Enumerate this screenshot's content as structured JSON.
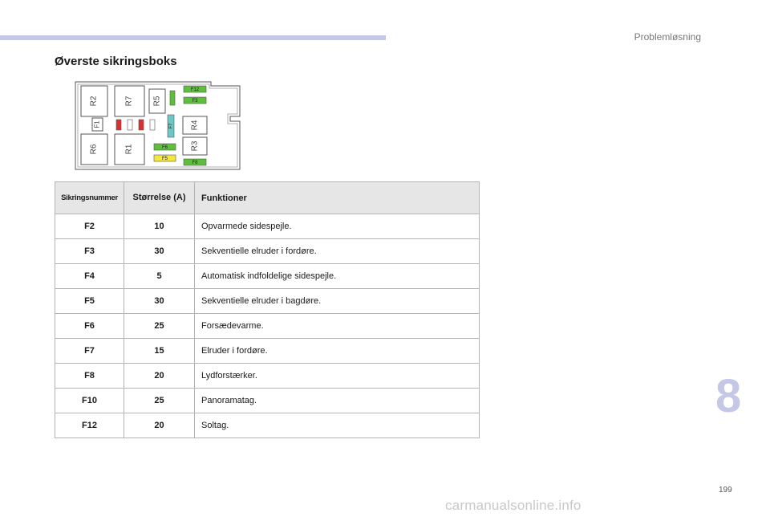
{
  "header": {
    "section_label": "Problemløsning"
  },
  "page": {
    "title": "Øverste sikringsboks",
    "chapter": "8",
    "number": "199"
  },
  "fusebox": {
    "relays": [
      "R2",
      "R7",
      "R5",
      "R4",
      "R6",
      "R1",
      "R3"
    ],
    "fuses": [
      "F12",
      "F3",
      "F1",
      "F7",
      "F6",
      "F5",
      "F8"
    ]
  },
  "table": {
    "headers": [
      "Sikringsnummer",
      "Størrelse (A)",
      "Funktioner"
    ],
    "rows": [
      [
        "F2",
        "10",
        "Opvarmede sidespejle."
      ],
      [
        "F3",
        "30",
        "Sekventielle elruder i fordøre."
      ],
      [
        "F4",
        "5",
        "Automatisk indfoldelige sidespejle."
      ],
      [
        "F5",
        "30",
        "Sekventielle elruder i bagdøre."
      ],
      [
        "F6",
        "25",
        "Forsædevarme."
      ],
      [
        "F7",
        "15",
        "Elruder i fordøre."
      ],
      [
        "F8",
        "20",
        "Lydforstærker."
      ],
      [
        "F10",
        "25",
        "Panoramatag."
      ],
      [
        "F12",
        "20",
        "Soltag."
      ]
    ]
  },
  "footer": {
    "watermark": "carmanualsonline.info"
  },
  "colors": {
    "accent": "#c4c7e6",
    "fuse_green": "#5dbf3a",
    "fuse_yellow": "#f5e63c",
    "fuse_red": "#d93030",
    "fuse_teal": "#6fc6c6"
  }
}
